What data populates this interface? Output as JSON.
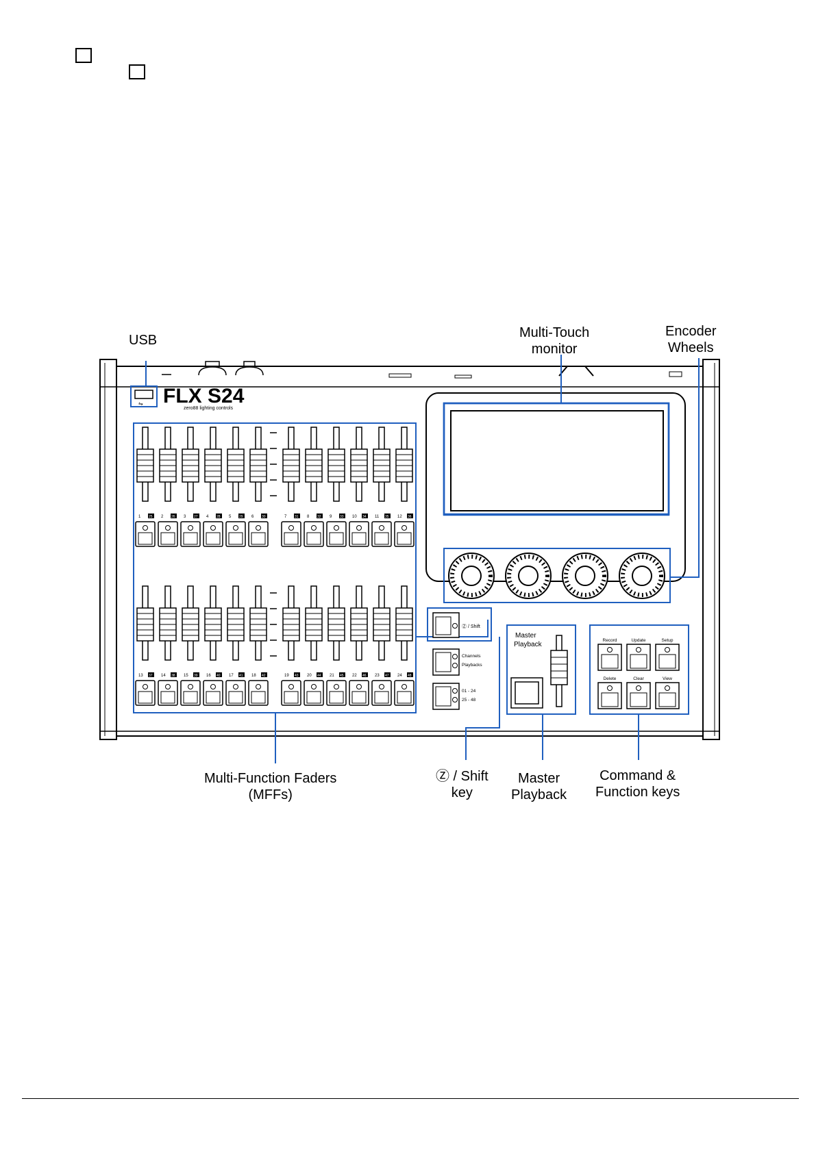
{
  "page": {
    "checkboxes": [
      "empty-checkbox",
      "empty-checkbox"
    ]
  },
  "console": {
    "brand": {
      "logo": "FLX S24",
      "tagline": "zero88 lighting controls"
    },
    "fader_row_top": [
      "1",
      "2",
      "3",
      "4",
      "5",
      "6",
      "7",
      "8",
      "9",
      "10",
      "11",
      "12"
    ],
    "fader_row_top_alt": [
      "25",
      "26",
      "27",
      "28",
      "29",
      "30",
      "31",
      "32",
      "33",
      "34",
      "35",
      "36"
    ],
    "fader_row_bottom": [
      "13",
      "14",
      "15",
      "16",
      "17",
      "18",
      "19",
      "20",
      "21",
      "22",
      "23",
      "24"
    ],
    "fader_row_bottom_alt": [
      "37",
      "38",
      "39",
      "40",
      "41",
      "42",
      "43",
      "44",
      "45",
      "46",
      "47",
      "48"
    ],
    "shift_key_label": "Ⓩ / Shift",
    "mode_keys": {
      "channels": "Channels",
      "playbacks": "Playbacks",
      "page_a": "01 - 24",
      "page_b": "25 - 48"
    },
    "master_playback_label": [
      "Master",
      "Playback"
    ],
    "command_keys": [
      "Record",
      "Update",
      "Setup",
      "Delete",
      "Clear",
      "View"
    ]
  },
  "callouts": {
    "usb": "USB",
    "monitor": [
      "Multi-Touch",
      "monitor"
    ],
    "encoders": [
      "Encoder",
      "Wheels"
    ],
    "mffs": [
      "Multi-Function Faders",
      "(MFFs)"
    ],
    "shift": [
      "Ⓩ / Shift",
      "key"
    ],
    "master": [
      "Master",
      "Playback"
    ],
    "command": [
      "Command &",
      "Function keys"
    ]
  },
  "colors": {
    "highlight": "#1f5fbf",
    "line": "#000000"
  }
}
